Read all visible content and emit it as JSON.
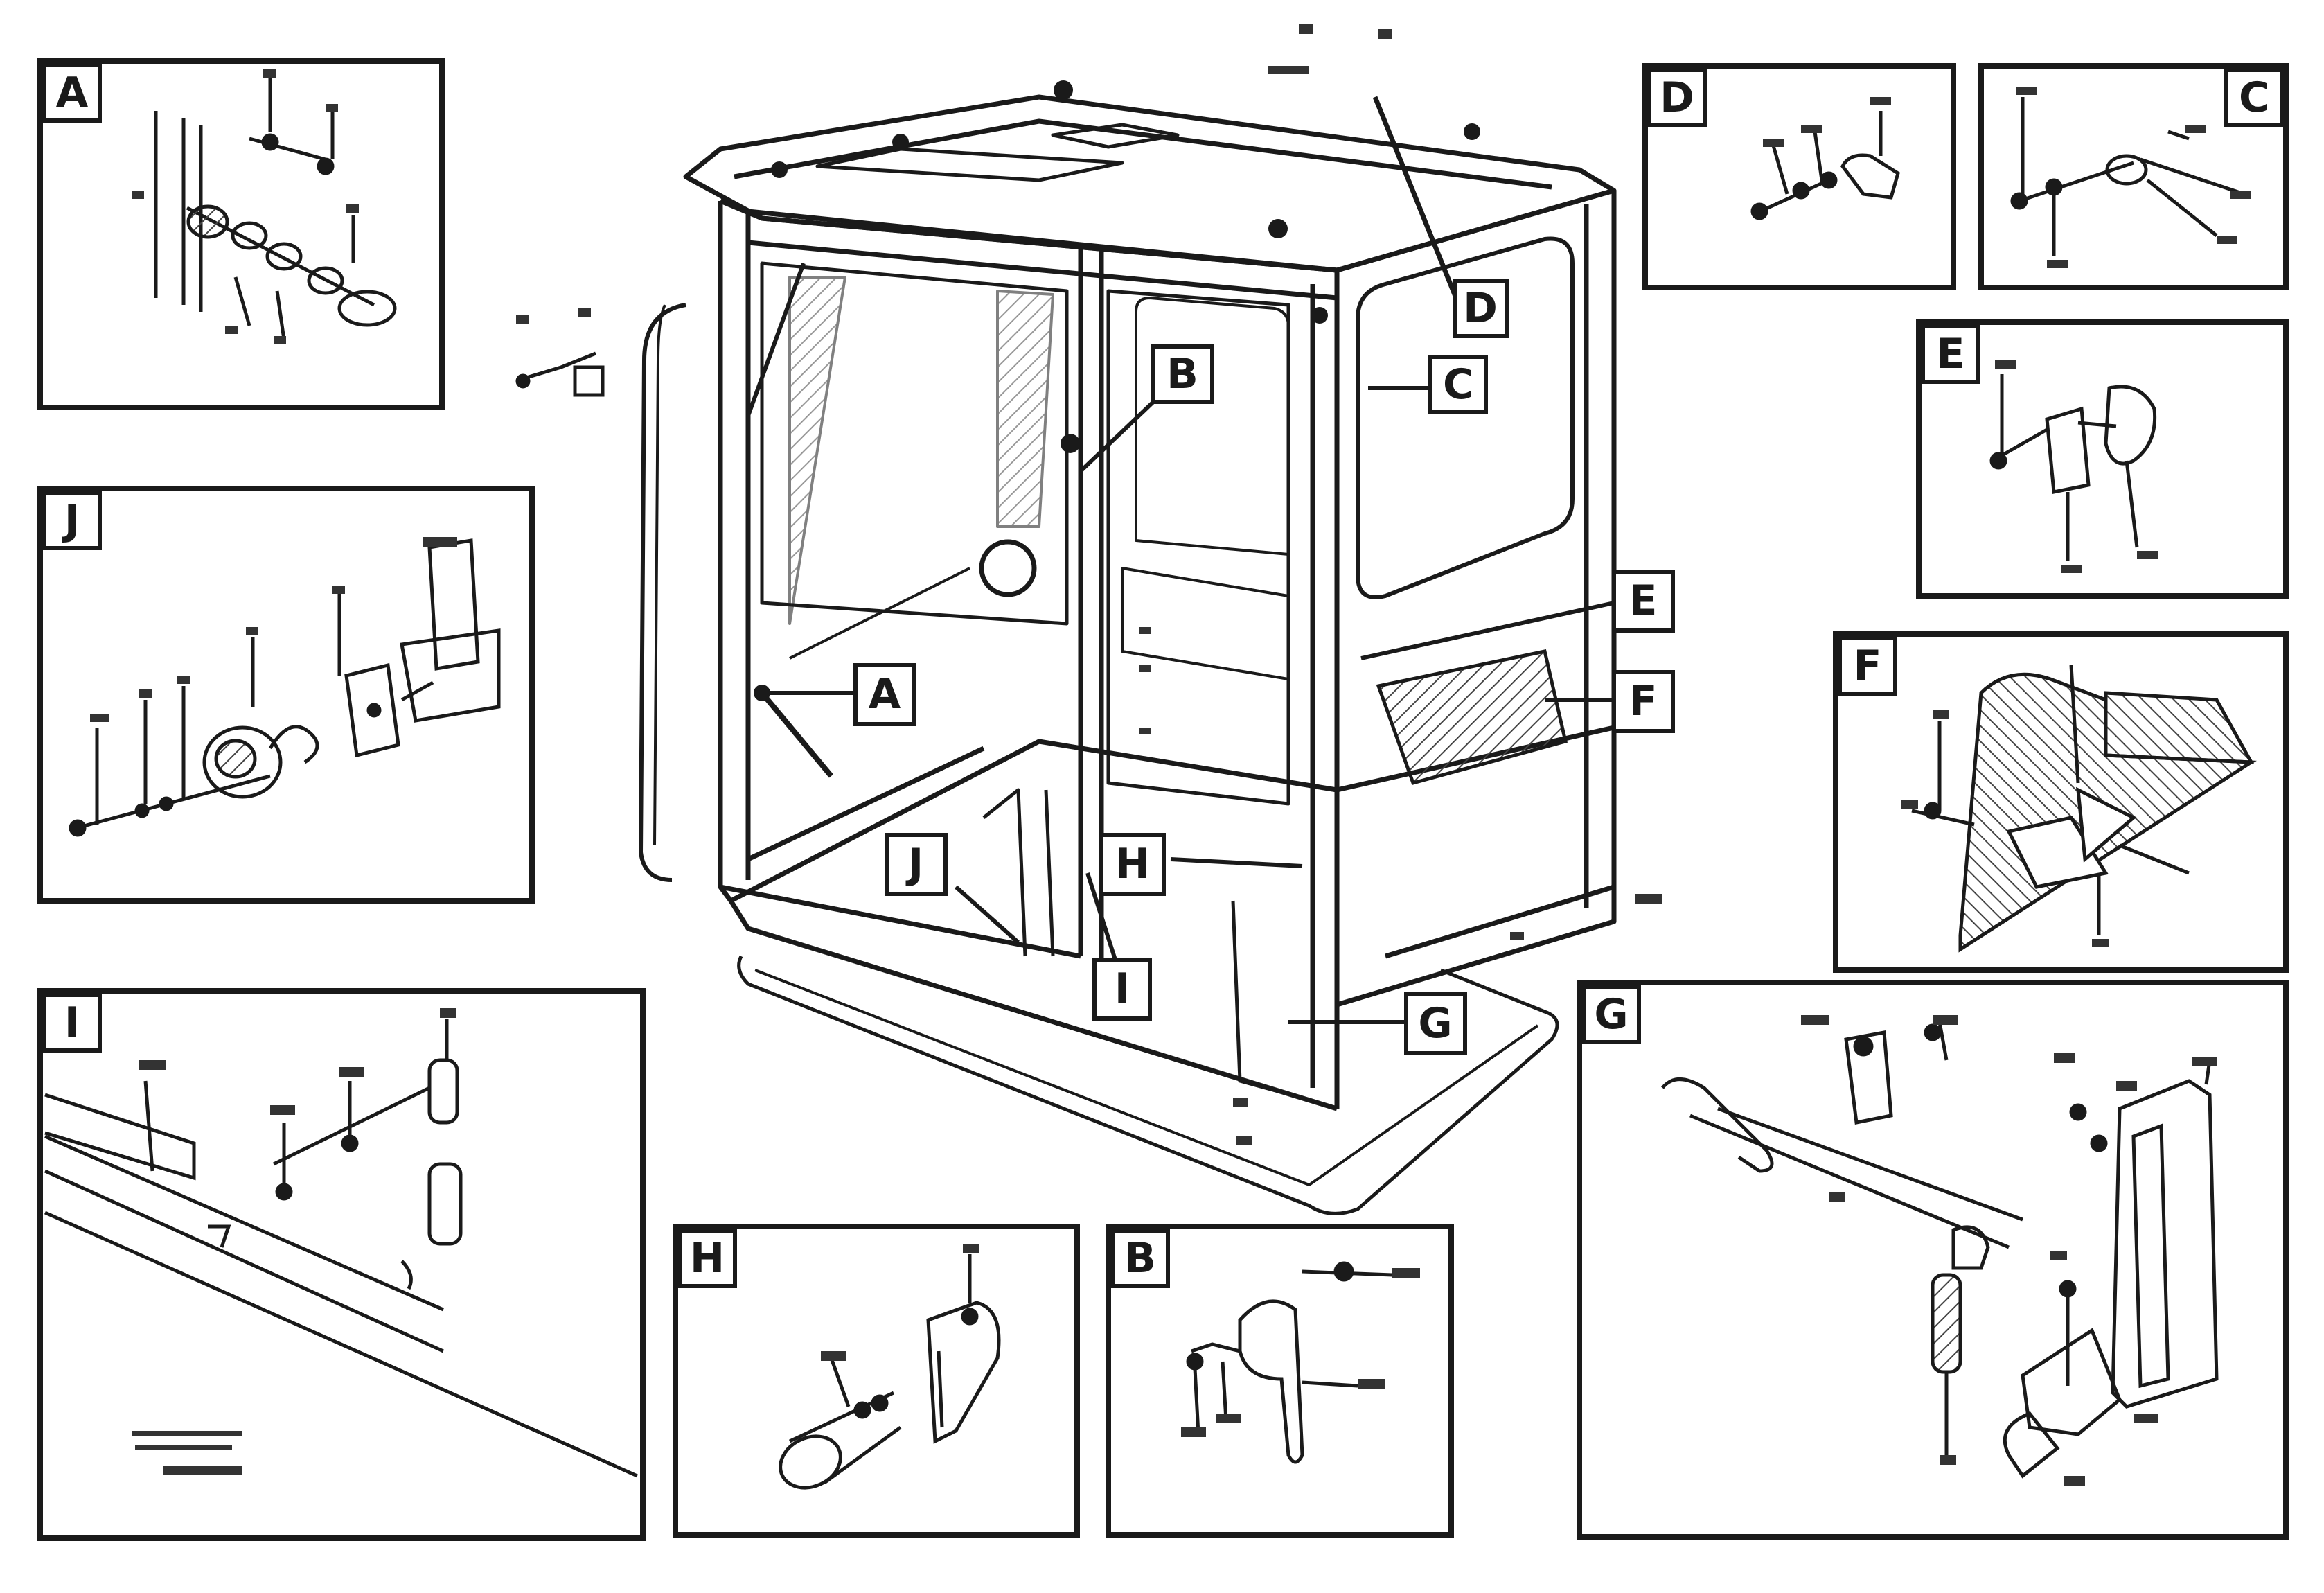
{
  "figure": {
    "part_number_text": "",
    "panels": [
      {
        "key": "A",
        "label": "A"
      },
      {
        "key": "J",
        "label": "J"
      },
      {
        "key": "I",
        "label": "I"
      },
      {
        "key": "H",
        "label": "H"
      },
      {
        "key": "B",
        "label": "B"
      },
      {
        "key": "G",
        "label": "G"
      },
      {
        "key": "D",
        "label": "D"
      },
      {
        "key": "C",
        "label": "C"
      },
      {
        "key": "E",
        "label": "E"
      },
      {
        "key": "F",
        "label": "F"
      }
    ],
    "main_callouts": [
      {
        "key": "D",
        "label": "D"
      },
      {
        "key": "C",
        "label": "C"
      },
      {
        "key": "B",
        "label": "B"
      },
      {
        "key": "A",
        "label": "A"
      },
      {
        "key": "E",
        "label": "E"
      },
      {
        "key": "F",
        "label": "F"
      },
      {
        "key": "J",
        "label": "J"
      },
      {
        "key": "H",
        "label": "H"
      },
      {
        "key": "I",
        "label": "I"
      },
      {
        "key": "G",
        "label": "G"
      }
    ]
  },
  "colors": {
    "line": "#1a1a1a",
    "grey_line": "#555555",
    "hatch": "#444444"
  }
}
